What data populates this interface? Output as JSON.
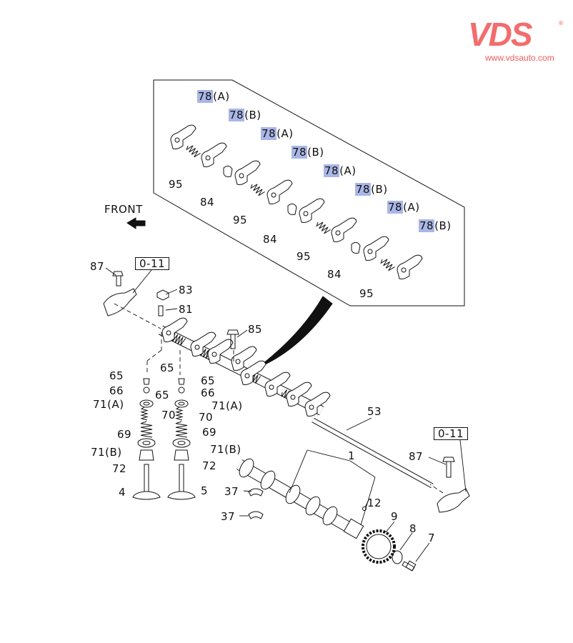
{
  "logo": {
    "brand": "VDS",
    "registered": "®",
    "url": "www.vdsauto.com"
  },
  "front_label": "FRONT",
  "ref_boxes": [
    "0-11",
    "0-11"
  ],
  "highlight_color": "#a9b6e6",
  "inset_labels": [
    {
      "num": "78",
      "suffix": "(A)"
    },
    {
      "num": "78",
      "suffix": "(B)"
    },
    {
      "num": "78",
      "suffix": "(A)"
    },
    {
      "num": "78",
      "suffix": "(B)"
    },
    {
      "num": "78",
      "suffix": "(A)"
    },
    {
      "num": "78",
      "suffix": "(B)"
    },
    {
      "num": "78",
      "suffix": "(A)"
    },
    {
      "num": "78",
      "suffix": "(B)"
    }
  ],
  "inset_parts": [
    "95",
    "84",
    "95",
    "84",
    "95",
    "84",
    "95"
  ],
  "parts": [
    "87",
    "83",
    "81",
    "85",
    "65",
    "65",
    "65",
    "65",
    "66",
    "66",
    "71(A)",
    "71(A)",
    "70",
    "70",
    "69",
    "69",
    "71(B)",
    "71(B)",
    "72",
    "72",
    "4",
    "5",
    "53",
    "1",
    "37",
    "37",
    "12",
    "9",
    "8",
    "7",
    "87"
  ]
}
